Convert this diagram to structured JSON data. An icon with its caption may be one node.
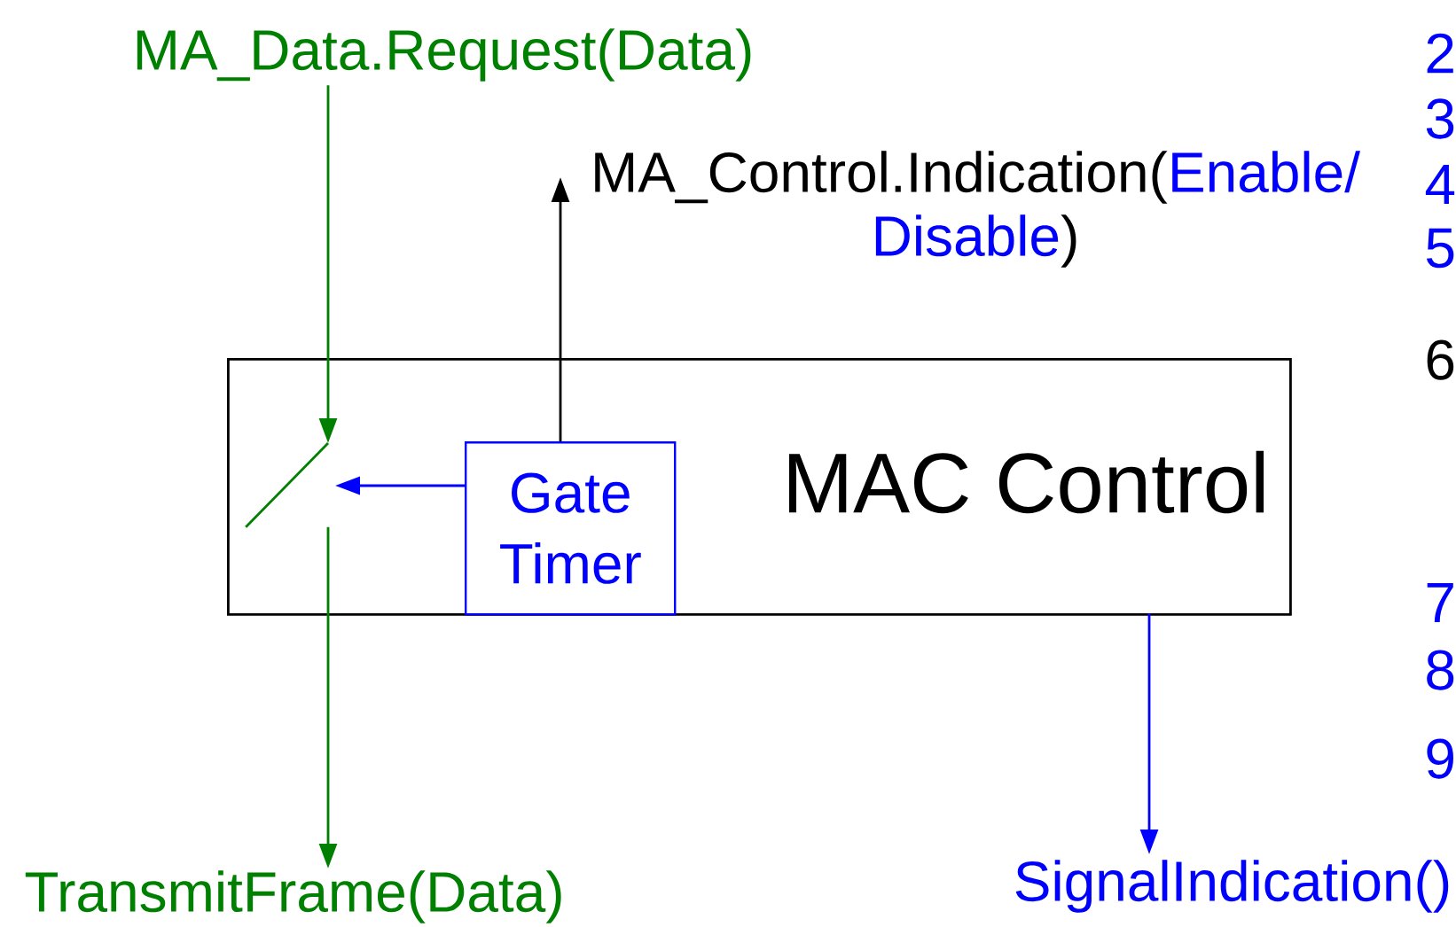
{
  "diagram": {
    "nodes": [
      {
        "text": [
          "MAC Control"
        ]
      },
      {
        "text": [
          "Gate Timer"
        ],
        "in": 0
      },
      {
        "text": [
          "MA_Data.Request(Data)"
        ]
      },
      {
        "text": [
          "TransmitFrame(Data)"
        ]
      },
      {
        "text": [
          "MA_Control.Indication(",
          "Enable/ Disable",
          ")"
        ]
      },
      {
        "text": [
          "SignalIndication()"
        ]
      },
      {
        "text": [],
        "shape": "picture",
        "in": 0
      }
    ],
    "edges": [
      {
        "from": 2,
        "to": 6,
        "arrow": "to",
        "color": "#008000"
      },
      {
        "from": 6,
        "to": 3,
        "arrow": "to",
        "color": "#008000"
      },
      {
        "from": 1,
        "to": 6,
        "arrow": "to",
        "color": "#0000ff"
      },
      {
        "from": 1,
        "to": 4,
        "arrow": "to",
        "color": "#000000"
      },
      {
        "from": 0,
        "to": 5,
        "arrow": "to",
        "color": "#0000ff"
      }
    ],
    "labels": [
      "2",
      "3",
      "4",
      "5",
      "6",
      "7",
      "8",
      "9"
    ]
  }
}
